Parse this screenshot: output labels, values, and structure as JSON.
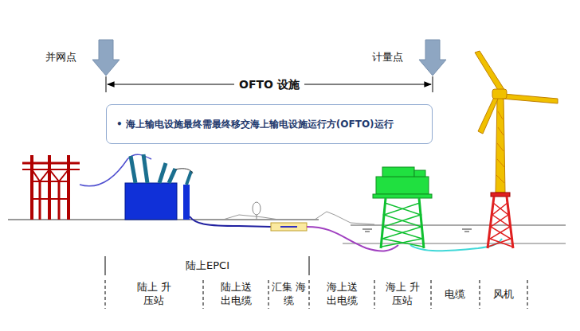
{
  "diagram": {
    "nodes": [
      {
        "text": [
          "• 海上输电设施最终需最终移交海上输电设施运行方(OFTO)运行"
        ]
      }
    ],
    "labels": [
      "并网点",
      "计量点",
      "OFTO 设施",
      "陆上EPCI",
      "陆上 升压站",
      "陆上送 出电缆",
      "汇集 海缆",
      "海上送 出电缆",
      "海上 升压站",
      "电缆",
      "风机"
    ]
  }
}
